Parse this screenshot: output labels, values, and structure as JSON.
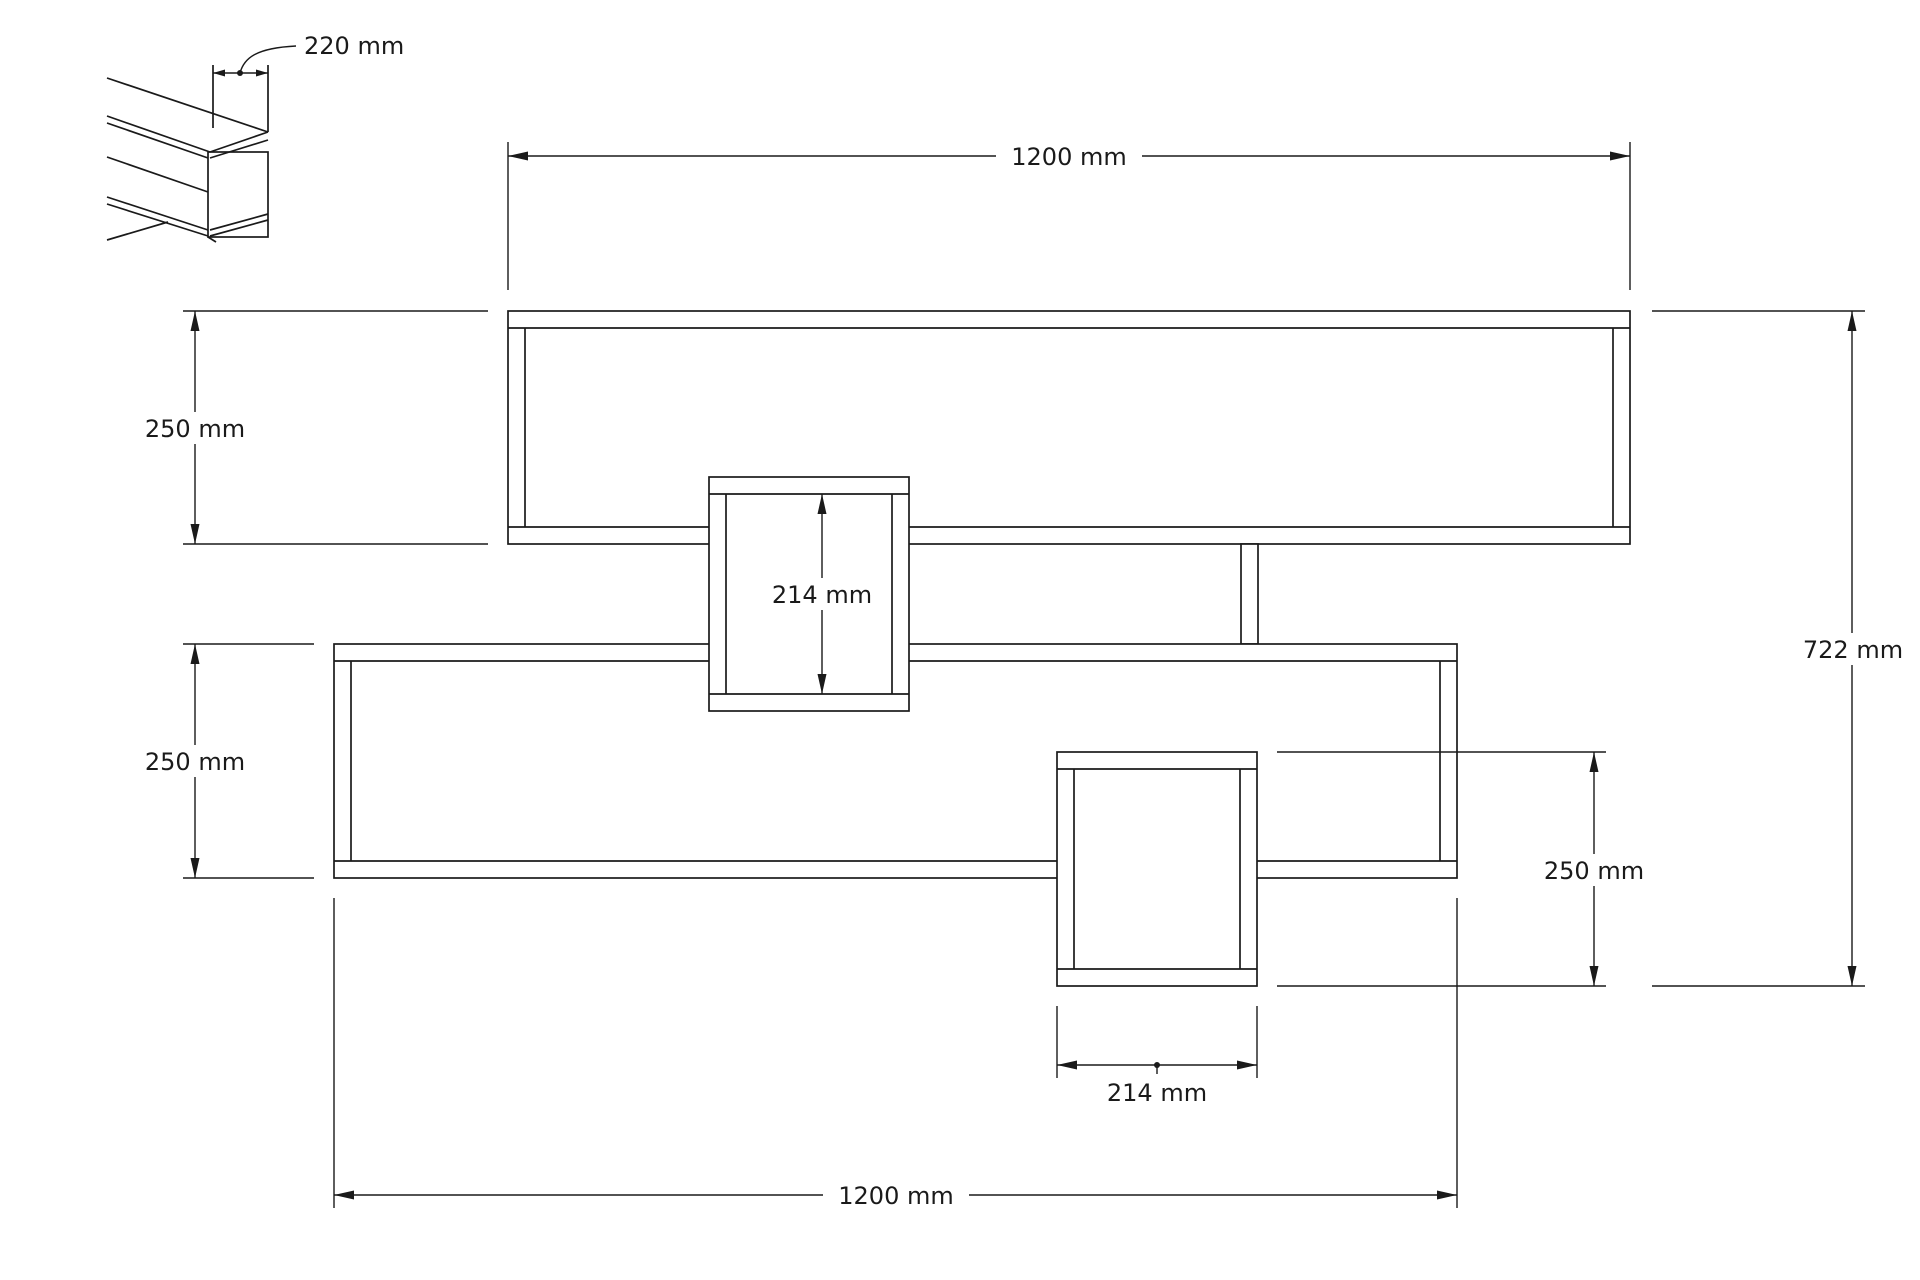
{
  "dimensions": {
    "top_width": "1200 mm",
    "bottom_width": "1200 mm",
    "upper_shelf_height": "250 mm",
    "lower_shelf_height": "250 mm",
    "cube_inner_height": "214 mm",
    "small_cube_height": "250 mm",
    "cube_width": "214 mm",
    "total_height": "722 mm",
    "depth": "220 mm"
  }
}
